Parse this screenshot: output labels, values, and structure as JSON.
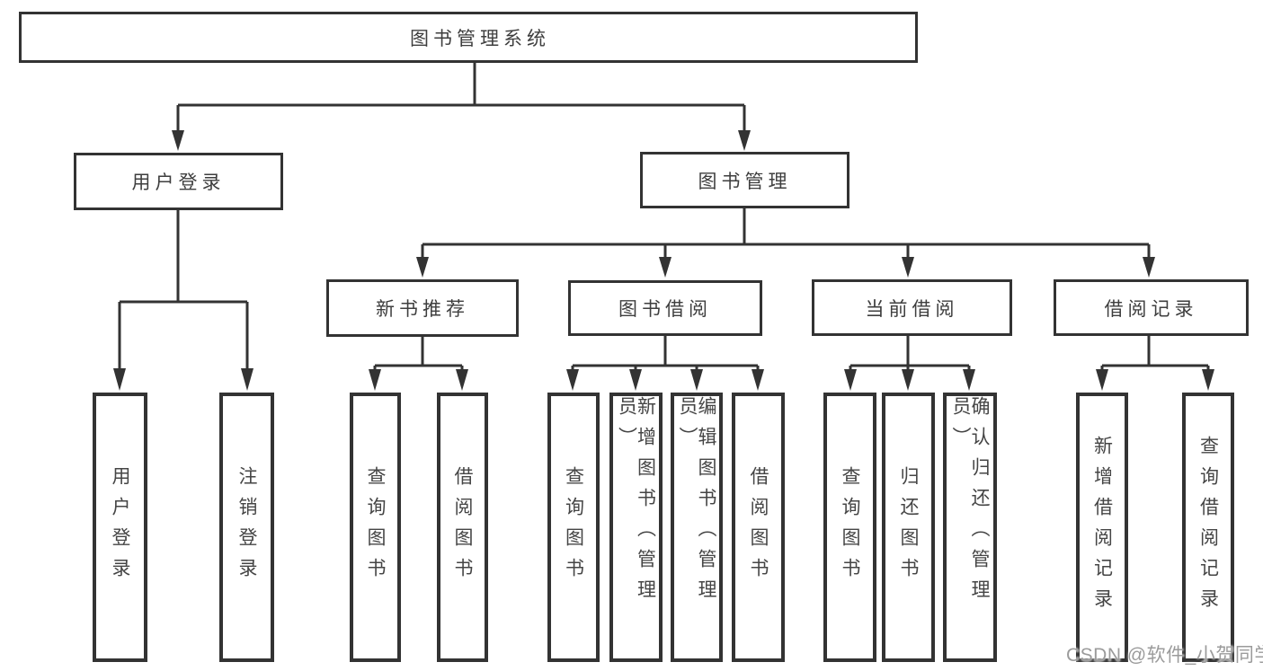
{
  "tree": {
    "root": {
      "label": "图书管理系统"
    },
    "branches": [
      {
        "label": "用户登录",
        "children": [
          {
            "label": "用户登录"
          },
          {
            "label": "注销登录"
          }
        ]
      },
      {
        "label": "图书管理",
        "groups": [
          {
            "label": "新书推荐",
            "children": [
              {
                "label": "查询图书"
              },
              {
                "label": "借阅图书"
              }
            ]
          },
          {
            "label": "图书借阅",
            "children": [
              {
                "label": "查询图书"
              },
              {
                "label": "新增图书（管理员）"
              },
              {
                "label": "编辑图书（管理员）"
              },
              {
                "label": "借阅图书"
              }
            ]
          },
          {
            "label": "当前借阅",
            "children": [
              {
                "label": "查询图书"
              },
              {
                "label": "归还图书"
              },
              {
                "label": "确认归还（管理员）"
              }
            ]
          },
          {
            "label": "借阅记录",
            "children": [
              {
                "label": "新增借阅记录"
              },
              {
                "label": "查询借阅记录"
              }
            ]
          }
        ]
      }
    ]
  },
  "watermark": {
    "text": "CSDN @软件_小贺同学"
  },
  "colors": {
    "background": "#ffffff",
    "box_border": "#333333",
    "line": "#333333",
    "text": "#454545",
    "watermark": "#9b9b9b"
  }
}
